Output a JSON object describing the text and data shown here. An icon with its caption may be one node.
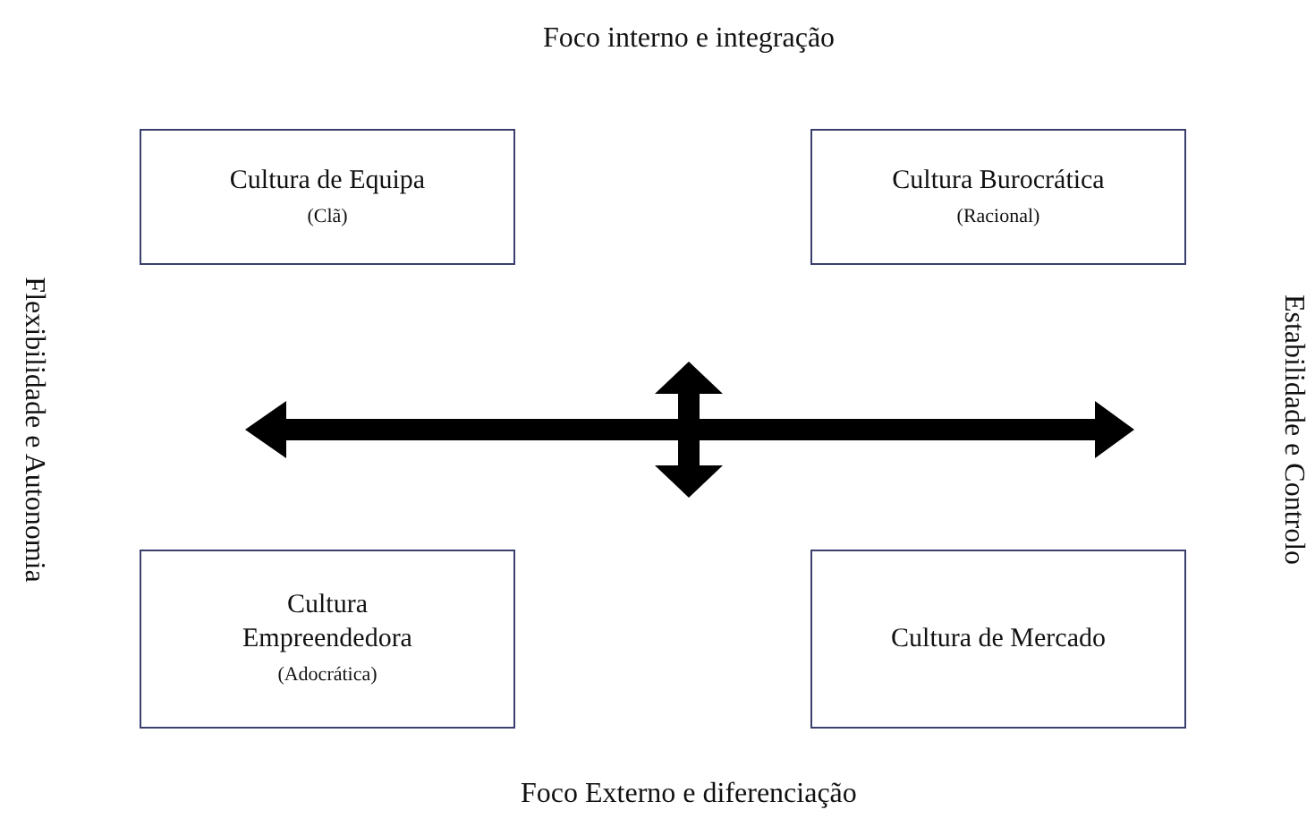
{
  "diagram": {
    "nodes": [
      {
        "text": [
          "Cultura de Equipa",
          "(Clã)"
        ]
      },
      {
        "text": [
          "Cultura Burocrática",
          "(Racional)"
        ]
      },
      {
        "text": [
          "Cultura Empreendedora",
          "(Adocrática)"
        ]
      },
      {
        "text": [
          "Cultura de Mercado"
        ]
      }
    ],
    "labels": [
      "Foco interno e integração",
      "Flexibilidade e Autonomia",
      "Estabilidade e Controlo",
      "Foco Externo e diferenciação"
    ]
  }
}
